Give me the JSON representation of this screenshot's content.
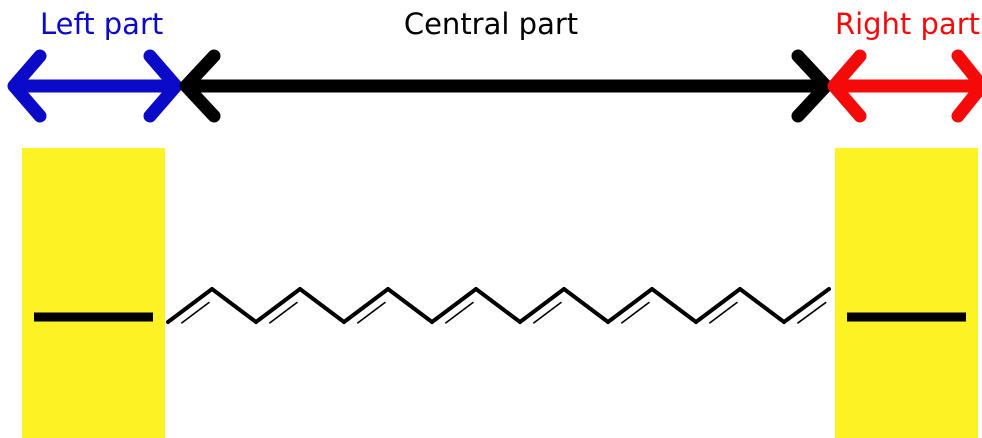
{
  "labels": {
    "left": "Left part",
    "center": "Central part",
    "right": "Right part"
  },
  "colors": {
    "left": "#0a0ac8",
    "center": "#000000",
    "right": "#f50a0a",
    "end_box": "#fcf224",
    "bond": "#000000"
  },
  "chain": {
    "bond_count": 15,
    "double_bond_style": "alternating single and double bonds"
  }
}
